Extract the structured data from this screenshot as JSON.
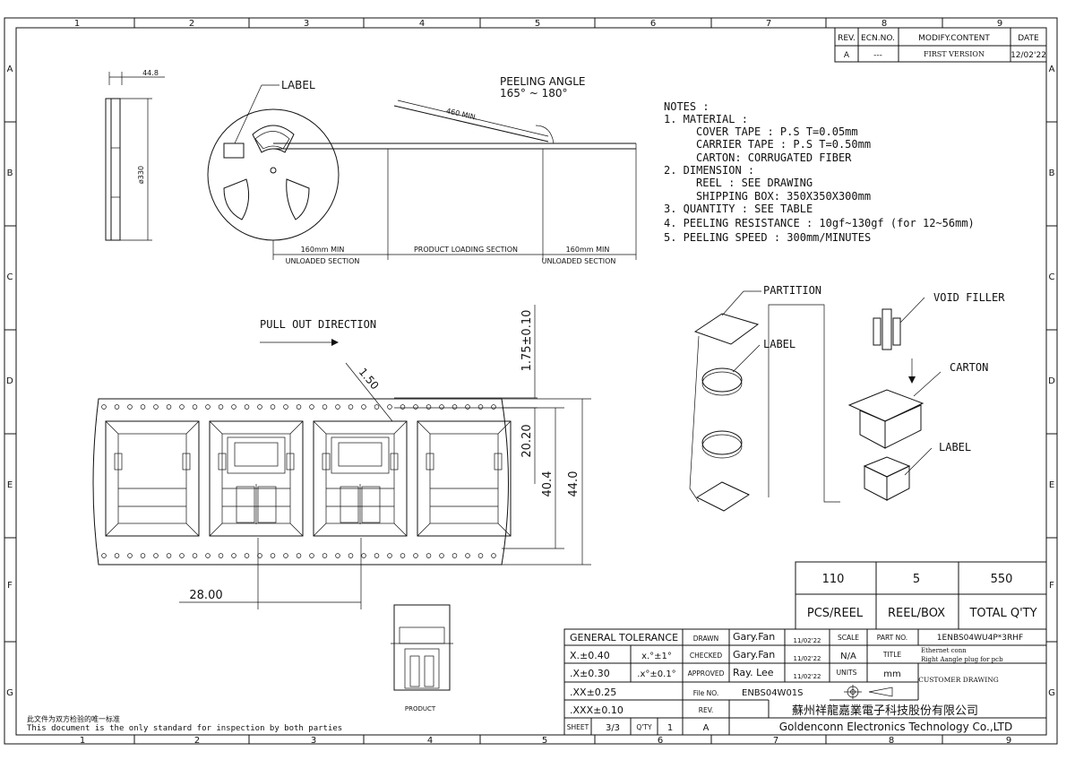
{
  "frame": {
    "columns": [
      "1",
      "2",
      "3",
      "4",
      "5",
      "6",
      "7",
      "8",
      "9"
    ],
    "rows": [
      "A",
      "B",
      "C",
      "D",
      "E",
      "F",
      "G"
    ]
  },
  "revision": {
    "headers": [
      "REV.",
      "ECN.NO.",
      "MODIFY.CONTENT",
      "DATE"
    ],
    "row": [
      "A",
      "---",
      "FIRST VERSION",
      "12/02'22"
    ]
  },
  "reel": {
    "width_dim": "44.8",
    "diameter_dim": "ø330",
    "label_callout": "LABEL",
    "peeling_angle_title": "PEELING ANGLE",
    "peeling_angle_range": "165° ~ 180°",
    "min_length": "460 MIN.",
    "sections": [
      {
        "dim": "160mm MIN",
        "name": "UNLOADED SECTION"
      },
      {
        "dim": "",
        "name": "PRODUCT LOADING SECTION"
      },
      {
        "dim": "160mm MIN",
        "name": "UNLOADED SECTION"
      }
    ]
  },
  "notes": {
    "title": "NOTES :",
    "lines": [
      "1. MATERIAL :",
      "COVER TAPE : P.S T=0.05mm",
      "CARRIER TAPE : P.S T=0.50mm",
      "CARTON: CORRUGATED FIBER",
      "2. DIMENSION :",
      "REEL : SEE DRAWING",
      "SHIPPING BOX: 350X350X300mm",
      "3. QUANTITY : SEE TABLE",
      "4. PEELING RESISTANCE : 10gf~130gf (for 12~56mm)",
      "5. PEELING SPEED : 300mm/MINUTES"
    ]
  },
  "packing": {
    "partition": "PARTITION",
    "label1": "LABEL",
    "void_filler": "VOID FILLER",
    "carton": "CARTON",
    "label2": "LABEL"
  },
  "tape": {
    "pull_direction": "PULL OUT DIRECTION",
    "dim_1_50": "1.50",
    "dim_1_75": "1.75±0.10",
    "dim_20_20": "20.20",
    "dim_40_4": "40.4",
    "dim_44_0": "44.0",
    "dim_28_00": "28.00",
    "product_label": "PRODUCT"
  },
  "quantity": {
    "values": [
      "110",
      "5",
      "550"
    ],
    "headers": [
      "PCS/REEL",
      "REEL/BOX",
      "TOTAL Q'TY"
    ]
  },
  "title_block": {
    "general_tolerance": "GENERAL TOLERANCE",
    "tol": [
      "X.±0.40",
      ".X±0.30",
      ".XX±0.25",
      ".XXX±0.10"
    ],
    "ang": [
      "x.°±1°",
      ".x°±0.1°"
    ],
    "drawn_label": "DRAWN",
    "drawn_by": "Gary.Fan",
    "checked_label": "CHECKED",
    "checked_by": "Gary.Fan",
    "approved_label": "APPROVED",
    "approved_by": "Ray. Lee",
    "date": "11/02'22",
    "scale_label": "SCALE",
    "scale": "N/A",
    "units_label": "UNITS",
    "units": "mm",
    "part_no_label": "PART NO.",
    "part_no": "1ENBS04WU4P*3RHF",
    "title_label": "TITLE",
    "title_line1": "Ethernet conn",
    "title_line2": "Right Aangle plug for pcb",
    "customer_drawing": "CUSTOMER  DRAWING",
    "file_no_label": "File NO.",
    "file_no": "ENBS04W01S",
    "rev_label": "REV.",
    "rev": "A",
    "sheet_label": "SHEET",
    "sheet": "3/3",
    "qty_label": "Q'TY",
    "qty": "1",
    "company_cn": "蘇州祥龍嘉業電子科技股份有限公司",
    "company_en": "Goldenconn  Electronics  Technology  Co.,LTD"
  },
  "footer": {
    "cn": "此文件为双方检验的唯一标准",
    "en": "This document is the only standard for inspection by both parties"
  }
}
